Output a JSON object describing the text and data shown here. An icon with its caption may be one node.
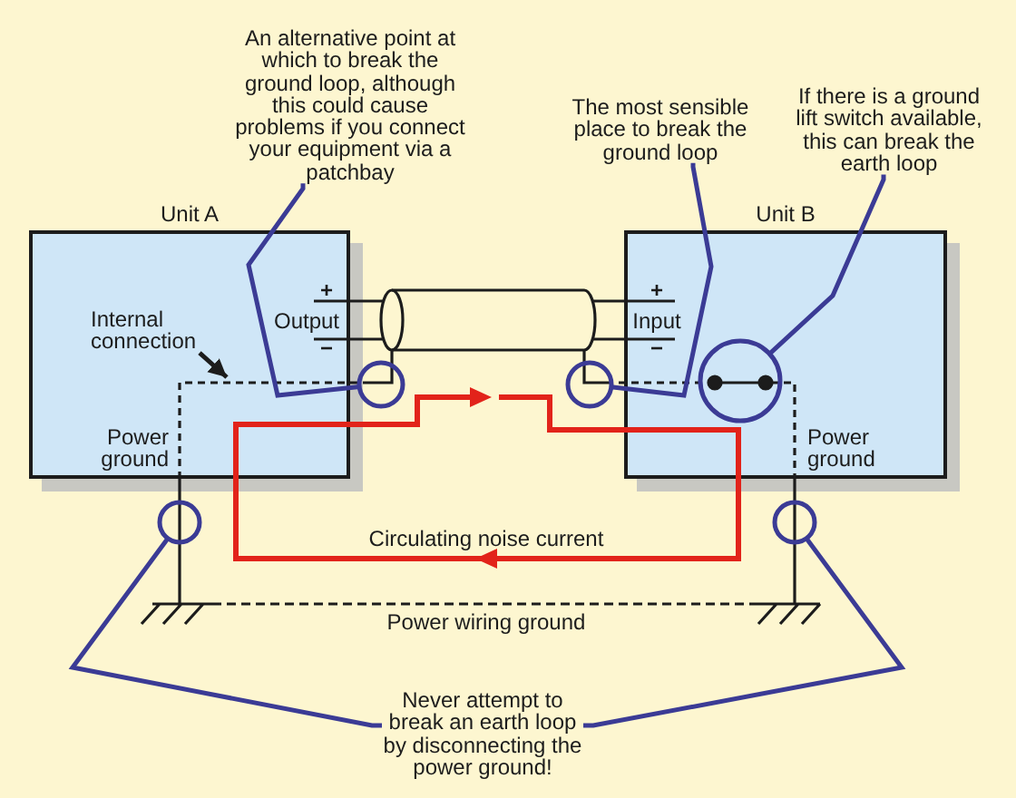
{
  "diagram": {
    "nodes": [
      {
        "text": [
          "An alternative point at which to break the ground loop, although this could cause problems if you connect your equipment via a patchbay"
        ]
      },
      {
        "text": [
          "The most sensible place to break the ground loop"
        ]
      },
      {
        "text": [
          "If there is a ground lift switch available, this can break the earth loop"
        ]
      },
      {
        "text": [
          "Unit A"
        ]
      },
      {
        "text": [
          "Internal connection"
        ],
        "in": 3
      },
      {
        "text": [
          "Unit B"
        ]
      },
      {
        "text": [],
        "shape": "circle",
        "in": 5
      },
      {
        "text": [],
        "shape": "circle"
      },
      {
        "text": [],
        "shape": "circle"
      },
      {
        "text": [],
        "shape": "circle"
      },
      {
        "text": [],
        "shape": "circle"
      },
      {
        "text": [
          "Never attempt to break an earth loop by disconnecting the power ground!"
        ]
      }
    ],
    "edges": [
      {
        "from": 0,
        "to": 7,
        "arrow": "none"
      },
      {
        "from": 1,
        "to": 8,
        "arrow": "none"
      },
      {
        "from": 2,
        "to": 6,
        "arrow": "none"
      },
      {
        "from": 4,
        "to": null,
        "arrow": "to",
        "color": "#1c1c1c"
      },
      {
        "from": 11,
        "to": 9,
        "arrow": "none"
      },
      {
        "from": 11,
        "to": 10,
        "arrow": "none"
      }
    ],
    "labels": [
      "+",
      "Output",
      "−",
      "+",
      "Input",
      "−",
      "Power ground",
      "Power ground",
      "Circulating noise current",
      "Power wiring ground"
    ]
  }
}
